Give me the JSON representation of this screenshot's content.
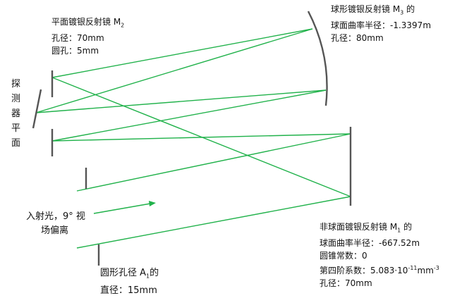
{
  "colors": {
    "ray": "#21b24b",
    "mirror": "#555555",
    "text": "#111111"
  },
  "m2": {
    "title": "平面镀银反射镜 M",
    "title_sub": "2",
    "aperture": "孔径：70mm",
    "hole": "圆孔：5mm"
  },
  "m3": {
    "title": "球形镀银反射镜 M",
    "title_sub": "3",
    "title_tail": " 的",
    "radius": "球面曲率半径：-1.3397m",
    "aperture": "孔径：80mm"
  },
  "detector": {
    "chars": [
      "探",
      "测",
      "器",
      "平",
      "面"
    ]
  },
  "incident": {
    "line1": "入射光，9° 视",
    "line2": "场偏离"
  },
  "a1": {
    "title": "圆形孔径 A",
    "title_sub": "1",
    "title_tail": "的",
    "diameter": "直径：15mm"
  },
  "m1": {
    "title": "非球面镀银反射镜 M",
    "title_sub": "1",
    "title_tail": " 的",
    "radius": "球面曲率半径：-667.52m",
    "conic": "圆锥常数：0",
    "fourth_pre": "第四阶系数：5.083·10",
    "fourth_exp": "-11",
    "fourth_unit": "mm",
    "fourth_unit_exp": "-3",
    "aperture": "孔径：70mm"
  }
}
